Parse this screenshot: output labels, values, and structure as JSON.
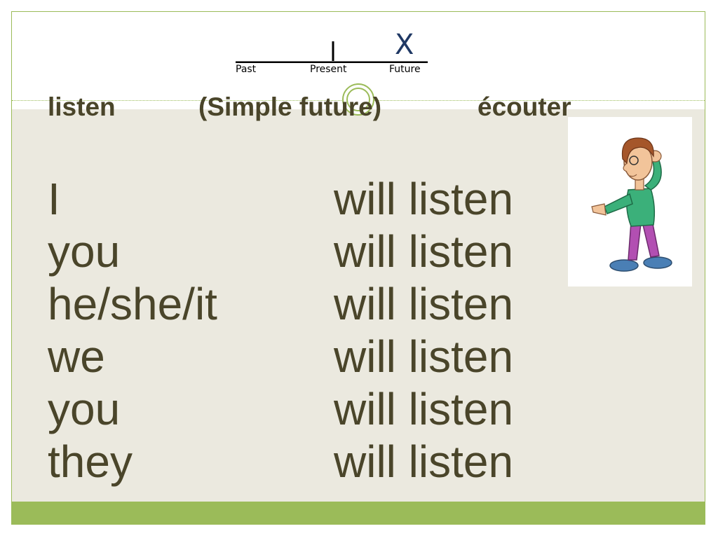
{
  "timeline": {
    "labels": {
      "past": "Past",
      "present": "Present",
      "future": "Future"
    },
    "marker": "X"
  },
  "header": {
    "verb_en": "listen",
    "tense": "(Simple future)",
    "verb_fr": "écouter"
  },
  "conjugation": [
    {
      "pronoun": "I",
      "form": "will listen"
    },
    {
      "pronoun": "you",
      "form": "will listen"
    },
    {
      "pronoun": "he/she/it",
      "form": "will listen"
    },
    {
      "pronoun": "we",
      "form": "will listen"
    },
    {
      "pronoun": "you",
      "form": "will listen"
    },
    {
      "pronoun": "they",
      "form": "will listen"
    }
  ],
  "colors": {
    "accent": "#9bbb59",
    "text": "#4a452a",
    "content_background": "#ebe9df",
    "marker": "#1f3864"
  }
}
